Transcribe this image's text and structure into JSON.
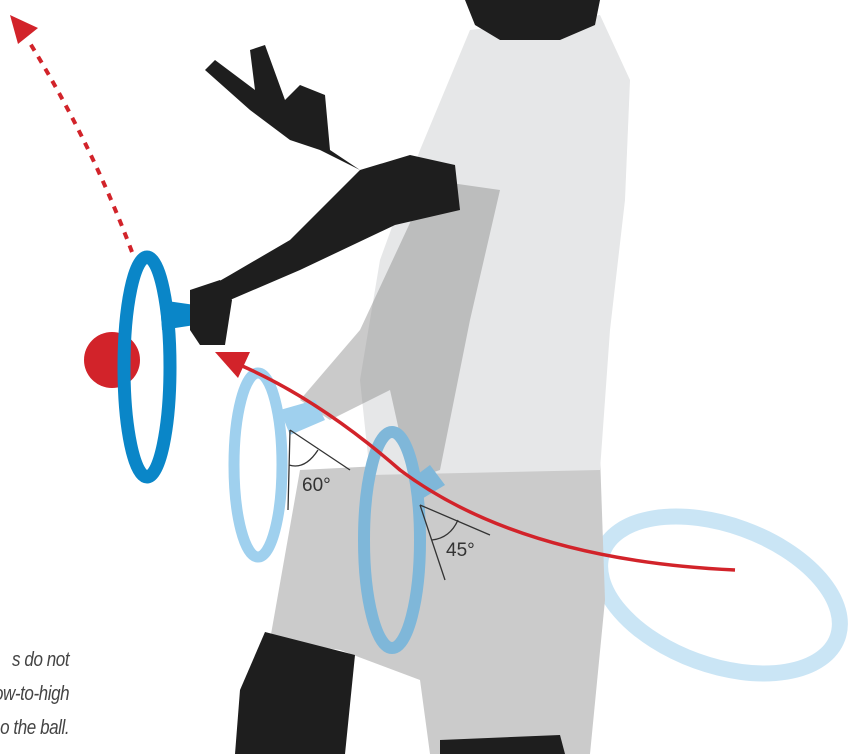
{
  "caption_lines": [
    "s do not",
    "ow-to-high",
    "o the ball."
  ],
  "angles": [
    "60°",
    "45°"
  ],
  "colors": {
    "racquet": "#0a86c8",
    "racquet_ghost": "#9fd0ee",
    "arrow": "#d2232a",
    "ball": "#d2232a",
    "shirt": "#e6e7e8",
    "shorts": "#cbcbcb",
    "silhouette": "#1e1e1e"
  }
}
